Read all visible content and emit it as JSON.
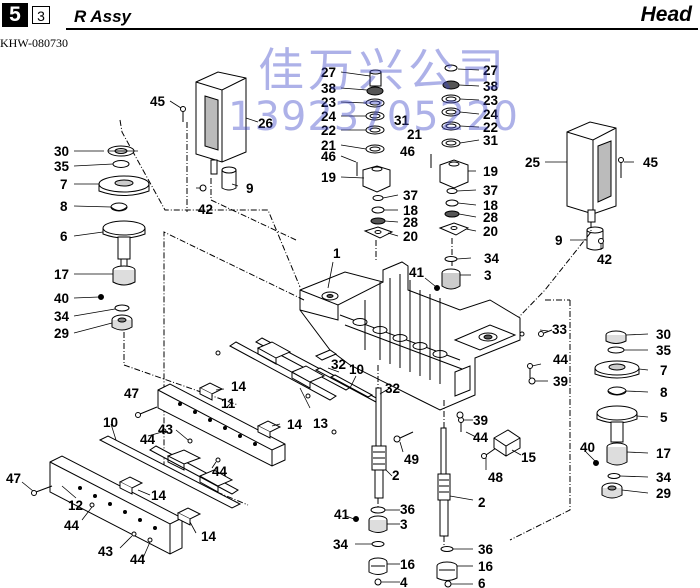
{
  "header": {
    "section_number": "5",
    "subsection_number": "3",
    "assembly_title": "R Assy",
    "page_title": "Head",
    "document_code": "KHW-080730"
  },
  "watermark": {
    "company_name": "佳万兴公司",
    "phone": "13923705220"
  },
  "part_labels": [
    {
      "id": "l45a",
      "text": "45"
    },
    {
      "id": "l26",
      "text": "26"
    },
    {
      "id": "l9a",
      "text": "9"
    },
    {
      "id": "l42a",
      "text": "42"
    },
    {
      "id": "l30a",
      "text": "30"
    },
    {
      "id": "l35a",
      "text": "35"
    },
    {
      "id": "l7a",
      "text": "7"
    },
    {
      "id": "l8a",
      "text": "8"
    },
    {
      "id": "l6",
      "text": "6"
    },
    {
      "id": "l17a",
      "text": "17"
    },
    {
      "id": "l40a",
      "text": "40"
    },
    {
      "id": "l34a",
      "text": "34"
    },
    {
      "id": "l29a",
      "text": "29"
    },
    {
      "id": "l27a",
      "text": "27"
    },
    {
      "id": "l38a",
      "text": "38"
    },
    {
      "id": "l23a",
      "text": "23"
    },
    {
      "id": "l24a",
      "text": "24"
    },
    {
      "id": "l22a",
      "text": "22"
    },
    {
      "id": "l21a",
      "text": "21"
    },
    {
      "id": "l46a",
      "text": "46"
    },
    {
      "id": "l31a",
      "text": "31"
    },
    {
      "id": "l19a",
      "text": "19"
    },
    {
      "id": "l37a",
      "text": "37"
    },
    {
      "id": "l18a",
      "text": "18"
    },
    {
      "id": "l28a",
      "text": "28"
    },
    {
      "id": "l20a",
      "text": "20"
    },
    {
      "id": "l27b",
      "text": "27"
    },
    {
      "id": "l38b",
      "text": "38"
    },
    {
      "id": "l23b",
      "text": "23"
    },
    {
      "id": "l24b",
      "text": "24"
    },
    {
      "id": "l22b",
      "text": "22"
    },
    {
      "id": "l31b",
      "text": "31"
    },
    {
      "id": "l21b",
      "text": "21"
    },
    {
      "id": "l46b",
      "text": "46"
    },
    {
      "id": "l19b",
      "text": "19"
    },
    {
      "id": "l37b",
      "text": "37"
    },
    {
      "id": "l18b",
      "text": "18"
    },
    {
      "id": "l28b",
      "text": "28"
    },
    {
      "id": "l20b",
      "text": "20"
    },
    {
      "id": "l25",
      "text": "25"
    },
    {
      "id": "l45b",
      "text": "45"
    },
    {
      "id": "l9b",
      "text": "9"
    },
    {
      "id": "l42b",
      "text": "42"
    },
    {
      "id": "l1",
      "text": "1"
    },
    {
      "id": "l34b",
      "text": "34"
    },
    {
      "id": "l41a",
      "text": "41"
    },
    {
      "id": "l3a",
      "text": "3"
    },
    {
      "id": "l33",
      "text": "33"
    },
    {
      "id": "l30b",
      "text": "30"
    },
    {
      "id": "l35b",
      "text": "35"
    },
    {
      "id": "l44a",
      "text": "44"
    },
    {
      "id": "l7b",
      "text": "7"
    },
    {
      "id": "l39a",
      "text": "39"
    },
    {
      "id": "l8b",
      "text": "8"
    },
    {
      "id": "l5",
      "text": "5"
    },
    {
      "id": "l40b",
      "text": "40"
    },
    {
      "id": "l17b",
      "text": "17"
    },
    {
      "id": "l34c",
      "text": "34"
    },
    {
      "id": "l29b",
      "text": "29"
    },
    {
      "id": "l32a",
      "text": "32"
    },
    {
      "id": "l10a",
      "text": "10"
    },
    {
      "id": "l32b",
      "text": "32"
    },
    {
      "id": "l14a",
      "text": "14"
    },
    {
      "id": "l47a",
      "text": "47"
    },
    {
      "id": "l11",
      "text": "11"
    },
    {
      "id": "l13",
      "text": "13"
    },
    {
      "id": "l14b",
      "text": "14"
    },
    {
      "id": "l43a",
      "text": "43"
    },
    {
      "id": "l44b",
      "text": "44"
    },
    {
      "id": "l10b",
      "text": "10"
    },
    {
      "id": "l44c",
      "text": "44"
    },
    {
      "id": "l49",
      "text": "49"
    },
    {
      "id": "l39b",
      "text": "39"
    },
    {
      "id": "l44d",
      "text": "44"
    },
    {
      "id": "l15",
      "text": "15"
    },
    {
      "id": "l48",
      "text": "48"
    },
    {
      "id": "l47b",
      "text": "47"
    },
    {
      "id": "l14c",
      "text": "14"
    },
    {
      "id": "l12",
      "text": "12"
    },
    {
      "id": "l44e",
      "text": "44"
    },
    {
      "id": "l14d",
      "text": "14"
    },
    {
      "id": "l43b",
      "text": "43"
    },
    {
      "id": "l44f",
      "text": "44"
    },
    {
      "id": "l2a",
      "text": "2"
    },
    {
      "id": "l2b",
      "text": "2"
    },
    {
      "id": "l41b",
      "text": "41"
    },
    {
      "id": "l36a",
      "text": "36"
    },
    {
      "id": "l3b",
      "text": "3"
    },
    {
      "id": "l34d",
      "text": "34"
    },
    {
      "id": "l16a",
      "text": "16"
    },
    {
      "id": "l4",
      "text": "4"
    },
    {
      "id": "l36b",
      "text": "36"
    },
    {
      "id": "l16b",
      "text": "16"
    },
    {
      "id": "l6b",
      "text": "6"
    }
  ]
}
